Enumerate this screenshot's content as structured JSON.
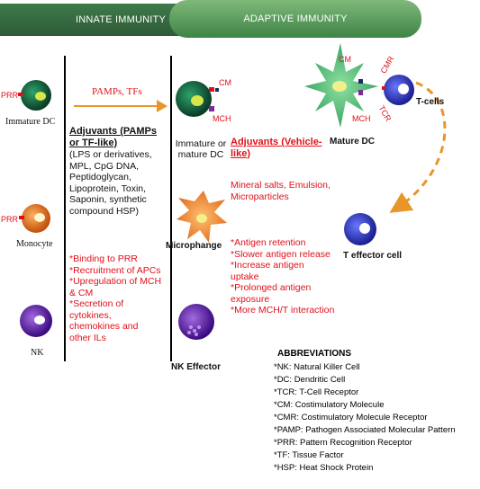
{
  "banners": {
    "innate": "INNATE IMMUNITY",
    "adaptive": "ADAPTIVE IMMUNITY"
  },
  "cells": {
    "immature_dc": "Immature DC",
    "monocyte": "Monocyte",
    "nk": "NK",
    "immature_or_mature_dc": "Immature or\nmature DC",
    "microphage": "Microphange",
    "nk_effector": "NK Effector",
    "mature_dc": "Mature DC",
    "t_cells": "T-cells",
    "t_effector": "T effector cell"
  },
  "labels": {
    "prr1": "PRR",
    "prr2": "PRR",
    "pamps_tfs": "PAMPs, TFs",
    "cm1": "CM",
    "mch1": "MCH",
    "cm2": "CM",
    "cmr": "CMR",
    "mch2": "MCH",
    "tcr": "TCR"
  },
  "adjuvants_tf": {
    "title": "Adjuvants (PAMPs\nor TF-like)",
    "body": "(LPS or derivatives,\nMPL, CpG DNA,\nPeptidoglycan,\nLipoprotein, Toxin,\nSaponin, synthetic\ncompound HSP)",
    "effects": "*Binding to PRR\n*Recruitment of APCs\n*Upregulation of MCH\n& CM\n*Secretion of\ncytokines,\nchemokines and\nother ILs"
  },
  "adjuvants_vehicle": {
    "title": "Adjuvants (Vehicle-\nlike)",
    "body": "Mineral salts, Emulsion,\nMicroparticles",
    "effects": "*Antigen retention\n*Slower antigen release\n*Increase antigen\nuptake\n*Prolonged antigen\nexposure\n*More MCH/T interaction"
  },
  "abbreviations": {
    "title": "ABBREVIATIONS",
    "items": [
      "*NK: Natural Killer Cell",
      "*DC: Dendritic Cell",
      "*TCR: T-Cell Receptor",
      "*CM: Costimulatory Molecule",
      "*CMR: Costimulatory Molecule Receptor",
      "*PAMP: Pathogen Associated Molecular Pattern",
      "*PRR: Pattern Recognition Receptor",
      "*TF: Tissue Factor",
      "*HSP: Heat Shock Protein"
    ]
  },
  "colors": {
    "red": "#e0101a",
    "arrow": "#e8952a",
    "dc_green": "#0f6b4a",
    "monocyte": "#e8721f",
    "nk_purple": "#6a1fb0",
    "tcell_blue": "#2f3fd6"
  }
}
